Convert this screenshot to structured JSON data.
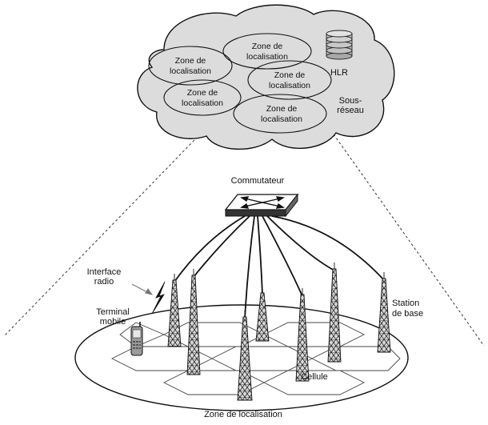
{
  "network": {
    "zones": [
      {
        "line1": "Zone de",
        "line2": "localisation"
      },
      {
        "line1": "Zone de",
        "line2": "localisation"
      },
      {
        "line1": "Zone de",
        "line2": "localisation"
      },
      {
        "line1": "Zone de",
        "line2": "localisation"
      },
      {
        "line1": "Zone de",
        "line2": "localisation"
      }
    ],
    "hlr_label": "HLR",
    "subnet_line1": "Sous-",
    "subnet_line2": "réseau"
  },
  "labels": {
    "switch": "Commutateur",
    "radio_interface_line1": "Interface",
    "radio_interface_line2": "radio",
    "terminal_line1": "Terminal",
    "terminal_line2": "mobile",
    "base_station_line1": "Station",
    "base_station_line2": "de base",
    "cell": "Cellule",
    "location_zone": "Zone de localisation"
  },
  "colors": {
    "cloud_fill": "#dcdcdc",
    "stroke": "#111111",
    "ground_fill": "#ffffff"
  }
}
